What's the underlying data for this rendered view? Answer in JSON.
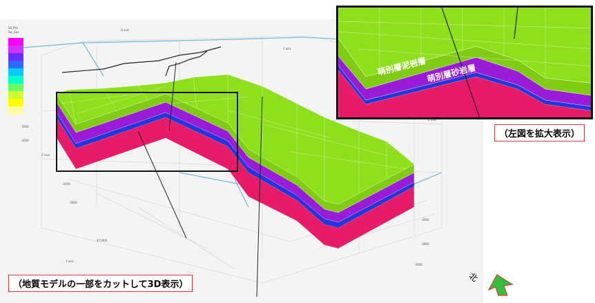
{
  "legend": {
    "title": "SS_Phs",
    "subtitle": "Sw_Gas",
    "colors": [
      "#ff00ff",
      "#cc33ff",
      "#6a2bff",
      "#2d6bff",
      "#00ccff",
      "#00ffcc",
      "#66ff66",
      "#ccff33",
      "#ffff00",
      "#ffff99"
    ]
  },
  "axes": {
    "top_labels": [
      "X axis",
      "Y axis",
      "Z axis"
    ],
    "tick_labels": [
      "-2500",
      "-2000",
      "-2400",
      "-2800",
      "-2600",
      "-2800",
      "-3000",
      "471000",
      "Y axis",
      "X axis",
      "Z axis"
    ]
  },
  "layers": {
    "top_color": "#8ee01c",
    "mid_color": "#9a1bd8",
    "band_color": "#2237d8",
    "bottom_color": "#e81a6a",
    "upper_label": "萌別層泥岩層",
    "lower_label": "萌別層砂岩層"
  },
  "captions": {
    "main": "（地質モデルの一部をカットして3D表示）",
    "inset": "（左図を拡大表示）"
  },
  "compass": {
    "label": "北",
    "arrow_color": "#2fbf3b",
    "arrow_outline": "#e23b3b"
  }
}
